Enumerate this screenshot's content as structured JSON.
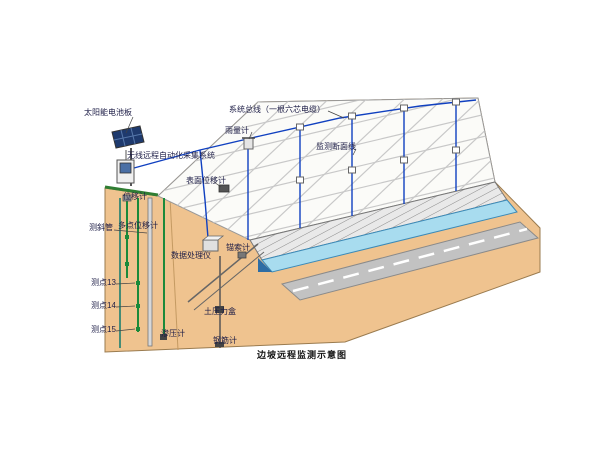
{
  "diagram": {
    "caption": "边坡远程监测示意图",
    "labels": {
      "solar_panel": "太阳能电池板",
      "wireless_system": "无线远程自动化采集系统",
      "system_bus": "系统总线（一根六芯电缆）",
      "rain_gauge": "雨量计",
      "section_line": "监测断面线",
      "surface_disp": "表面位移计",
      "disp_meter": "位移计",
      "multi_disp": "多点位移计",
      "inclinometer": "测斜管",
      "data_processor": "数据处理仪",
      "anchor_meter": "锚索计",
      "point13": "测点13",
      "point14": "测点14",
      "point15": "测点15",
      "seepage": "渗压计",
      "earth_pressure": "土压力盒",
      "rebar": "钢筋计"
    },
    "colors": {
      "ground": "#EFC38F",
      "slope_face": "#FBFBF8",
      "grid_line": "#C8C8C8",
      "retaining_wall": "#E9E9E9",
      "drain_channel": "#A8DCEF",
      "road": "#C2C2C2",
      "road_dash": "#FFFFFF",
      "cable": "#1040C0",
      "borehole_green": "#1B8A3A",
      "vegetation": "#2F7D33",
      "label_text": "#1C1C46"
    }
  }
}
